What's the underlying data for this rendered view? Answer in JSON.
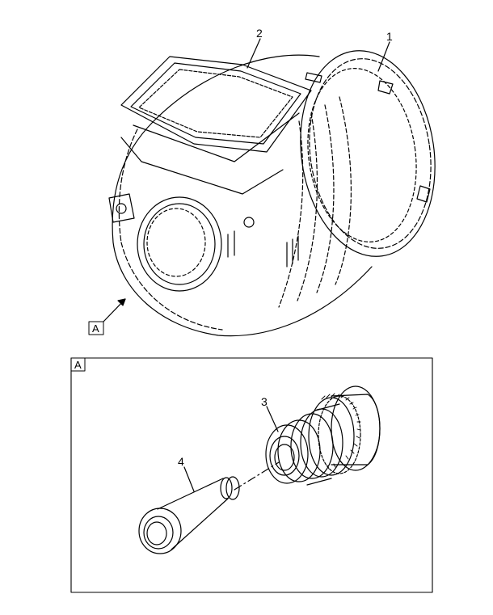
{
  "callouts": {
    "part_1": "1",
    "part_2": "2",
    "part_3": "3",
    "part_4": "4"
  },
  "view_marker": "A",
  "detail_label": "A"
}
